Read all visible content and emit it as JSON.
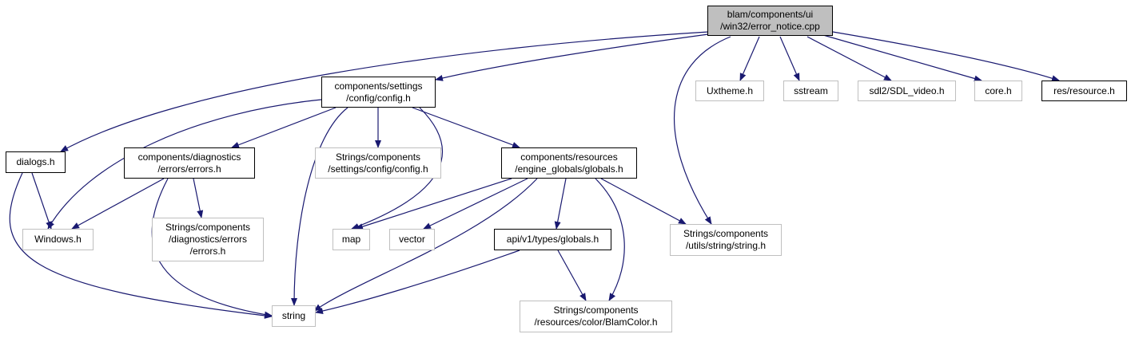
{
  "colors": {
    "edge": "#191970",
    "root_fill": "#bfbfbf",
    "strong_border": "#000000",
    "faint_border": "#bfbfbf"
  },
  "nodes": {
    "root": {
      "lines": [
        "blam/components/ui",
        "/win32/error_notice.cpp"
      ]
    },
    "config_h": {
      "lines": [
        "components/settings",
        "/config/config.h"
      ]
    },
    "uxtheme": {
      "lines": [
        "Uxtheme.h"
      ]
    },
    "sstream": {
      "lines": [
        "sstream"
      ]
    },
    "sdl_video": {
      "lines": [
        "sdl2/SDL_video.h"
      ]
    },
    "core_h": {
      "lines": [
        "core.h"
      ]
    },
    "resource_h": {
      "lines": [
        "res/resource.h"
      ]
    },
    "dialogs_h": {
      "lines": [
        "dialogs.h"
      ]
    },
    "errors_h": {
      "lines": [
        "components/diagnostics",
        "/errors/errors.h"
      ]
    },
    "str_config": {
      "lines": [
        "Strings/components",
        "/settings/config/config.h"
      ]
    },
    "globals_h": {
      "lines": [
        "components/resources",
        "/engine_globals/globals.h"
      ]
    },
    "windows_h": {
      "lines": [
        "Windows.h"
      ]
    },
    "str_errors": {
      "lines": [
        "Strings/components",
        "/diagnostics/errors",
        "/errors.h"
      ]
    },
    "map": {
      "lines": [
        "map"
      ]
    },
    "vector": {
      "lines": [
        "vector"
      ]
    },
    "api_globals": {
      "lines": [
        "api/v1/types/globals.h"
      ]
    },
    "str_string": {
      "lines": [
        "Strings/components",
        "/utils/string/string.h"
      ]
    },
    "string": {
      "lines": [
        "string"
      ]
    },
    "blamcolor": {
      "lines": [
        "Strings/components",
        "/resources/color/BlamColor.h"
      ]
    }
  }
}
